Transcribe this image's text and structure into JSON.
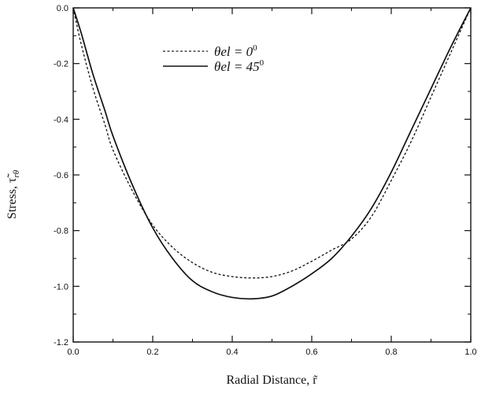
{
  "chart_data": {
    "type": "line",
    "xlabel": "Radial Distance, r̃",
    "ylabel": "Stress, τ̃",
    "ylabel_subscript": "rθ",
    "xlim": [
      0.0,
      1.0
    ],
    "ylim": [
      -1.2,
      0.0
    ],
    "x_ticks": [
      0.0,
      0.2,
      0.4,
      0.6,
      0.8,
      1.0
    ],
    "x_tick_labels": [
      "0.0",
      "0.2",
      "0.4",
      "0.6",
      "0.8",
      "1.0"
    ],
    "y_ticks": [
      0.0,
      -0.2,
      -0.4,
      -0.6,
      -0.8,
      -1.0,
      -1.2
    ],
    "y_tick_labels": [
      "0.0",
      "-0.2",
      "-0.4",
      "-0.6",
      "-0.8",
      "-1.0",
      "-1.2"
    ],
    "grid": false,
    "legend_position": "top-center",
    "x": [
      0.0,
      0.02,
      0.05,
      0.08,
      0.1,
      0.15,
      0.2,
      0.25,
      0.3,
      0.35,
      0.4,
      0.45,
      0.5,
      0.55,
      0.6,
      0.65,
      0.7,
      0.75,
      0.8,
      0.85,
      0.9,
      0.95,
      1.0
    ],
    "series": [
      {
        "name": "θel = 0°",
        "legend_label": "θel = 0",
        "legend_superscript": "0",
        "style": "dashed",
        "values": [
          0.0,
          -0.13,
          -0.29,
          -0.42,
          -0.51,
          -0.66,
          -0.78,
          -0.86,
          -0.915,
          -0.95,
          -0.965,
          -0.97,
          -0.965,
          -0.945,
          -0.91,
          -0.87,
          -0.83,
          -0.75,
          -0.62,
          -0.48,
          -0.32,
          -0.16,
          0.0
        ]
      },
      {
        "name": "θel = 45°",
        "legend_label": "θel = 45",
        "legend_superscript": "0",
        "style": "solid",
        "values": [
          0.0,
          -0.09,
          -0.24,
          -0.37,
          -0.46,
          -0.64,
          -0.79,
          -0.9,
          -0.98,
          -1.02,
          -1.04,
          -1.045,
          -1.035,
          -1.0,
          -0.955,
          -0.9,
          -0.82,
          -0.72,
          -0.59,
          -0.44,
          -0.29,
          -0.14,
          0.0
        ]
      }
    ]
  }
}
